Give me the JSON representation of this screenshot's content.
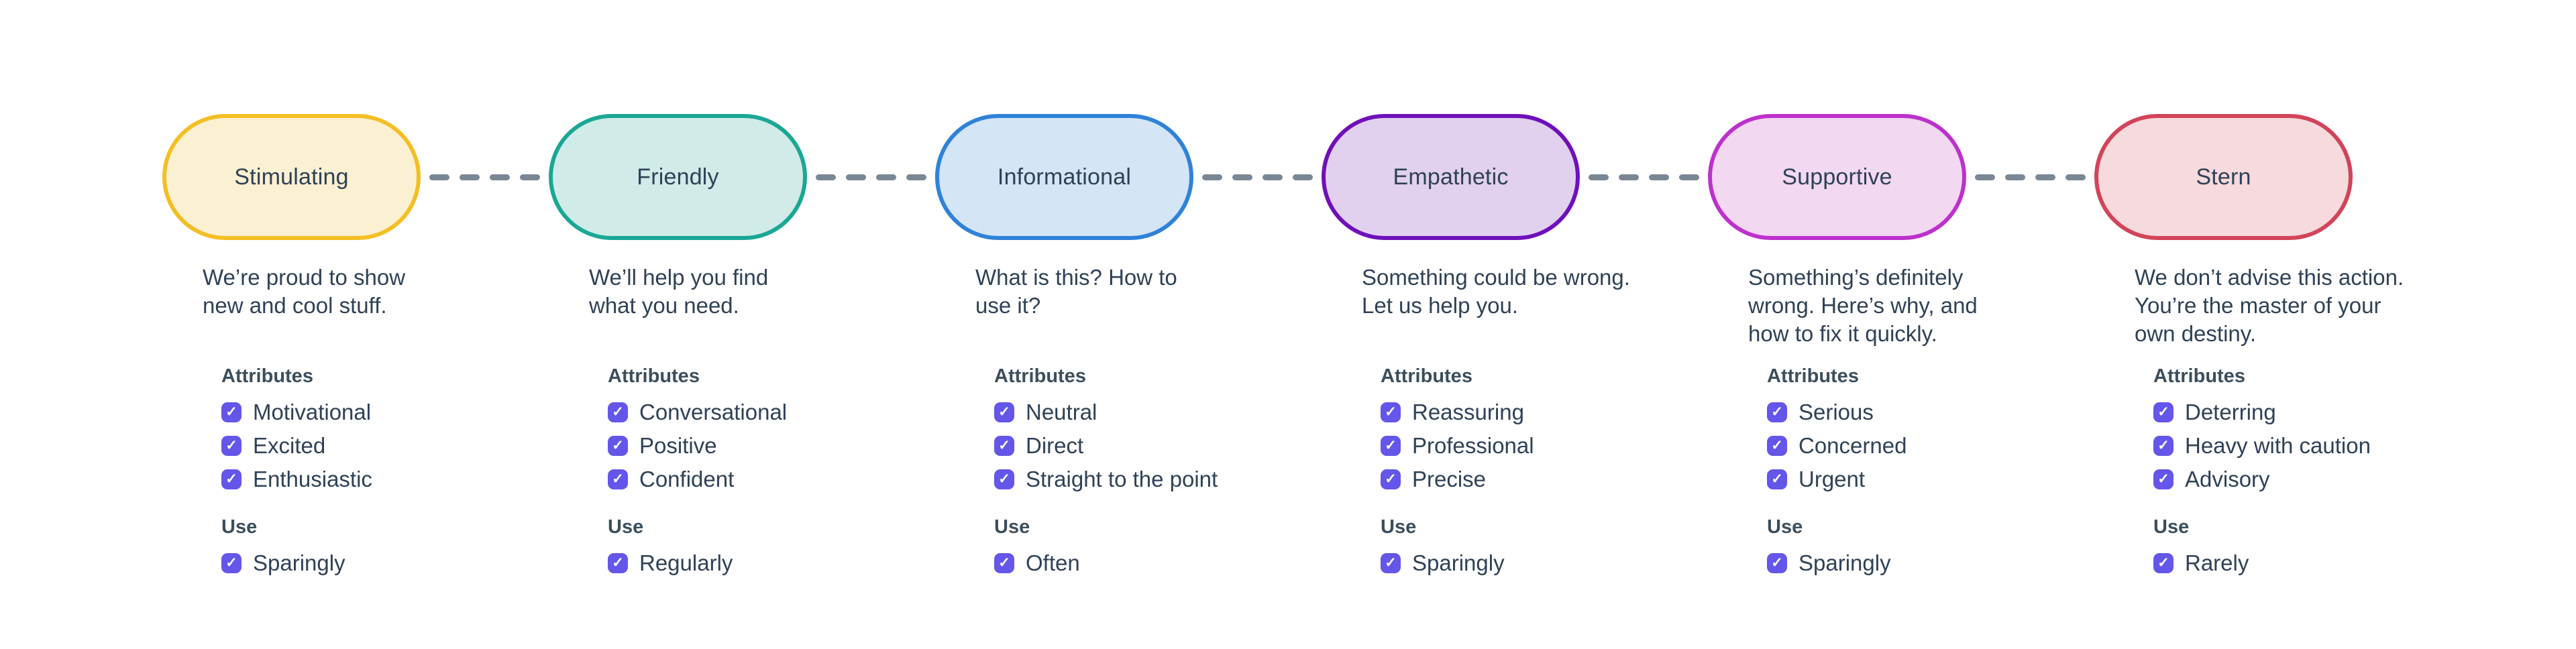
{
  "page": {
    "background": "#FFFFFF"
  },
  "icons": {
    "checkmark": "✓"
  },
  "colors": {
    "checkbox_fill": "#6456E9",
    "checkbox_check": "#FFFFFF",
    "connector_dash": "#7A8795",
    "body_text": "#2F4156",
    "heading_text": "#3C4E5C"
  },
  "checkboxes_all_checked": true,
  "columns": [
    {
      "title": "Stimulating",
      "border_color": "#F4BF24",
      "fill_color": "#FBF0D2",
      "description": [
        "We’re proud to show",
        "new and cool stuff."
      ],
      "attributes_label": "Attributes",
      "attributes": [
        "Motivational",
        "Excited",
        "Enthusiastic"
      ],
      "use_label": "Use",
      "use": "Sparingly"
    },
    {
      "title": "Friendly",
      "border_color": "#1BA795",
      "fill_color": "#D0EBE8",
      "description": [
        "We’ll help you find",
        "what you need."
      ],
      "attributes_label": "Attributes",
      "attributes": [
        "Conversational",
        "Positive",
        "Confident"
      ],
      "use_label": "Use",
      "use": "Regularly"
    },
    {
      "title": "Informational",
      "border_color": "#2F82D8",
      "fill_color": "#D4E5F6",
      "description": [
        "What is this? How to",
        "use it?"
      ],
      "attributes_label": "Attributes",
      "attributes": [
        "Neutral",
        "Direct",
        "Straight to the point"
      ],
      "use_label": "Use",
      "use": "Often"
    },
    {
      "title": "Empathetic",
      "border_color": "#7010BA",
      "fill_color": "#E1D1EF",
      "description": [
        "Something could be wrong.",
        "Let us help you."
      ],
      "attributes_label": "Attributes",
      "attributes": [
        "Reassuring",
        "Professional",
        "Precise"
      ],
      "use_label": "Use",
      "use": "Sparingly"
    },
    {
      "title": "Supportive",
      "border_color": "#BD31CD",
      "fill_color": "#F2D8F1",
      "description": [
        "Something’s definitely",
        "wrong. Here’s why, and",
        "how to fix it quickly."
      ],
      "attributes_label": "Attributes",
      "attributes": [
        "Serious",
        "Concerned",
        "Urgent"
      ],
      "use_label": "Use",
      "use": "Sparingly"
    },
    {
      "title": "Stern",
      "border_color": "#D24459",
      "fill_color": "#F6DADD",
      "description": [
        "We don’t advise this action.",
        "You’re the master of your",
        "own destiny."
      ],
      "attributes_label": "Attributes",
      "attributes": [
        "Deterring",
        "Heavy with caution",
        "Advisory"
      ],
      "use_label": "Use",
      "use": "Rarely"
    }
  ]
}
